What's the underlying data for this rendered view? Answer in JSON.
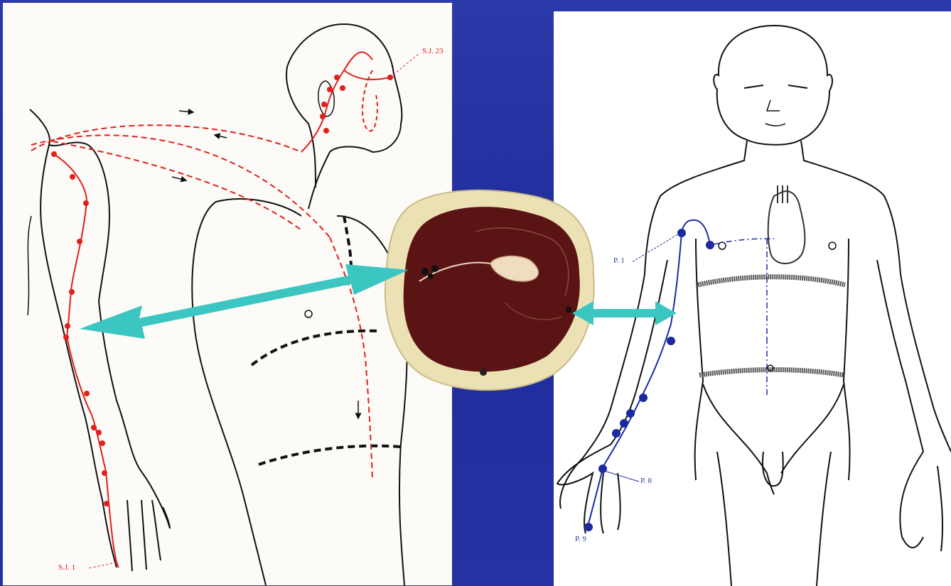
{
  "left_illustration": {
    "labels": {
      "end_point": "S.J. 23",
      "start_point": "S.J. 1"
    },
    "meridian_color": "#e0201c"
  },
  "right_illustration": {
    "labels": {
      "p1": "P. 1",
      "p8": "P. 8",
      "p9": "P. 9"
    },
    "meridian_color": "#1c2aa0"
  },
  "cross_section": {
    "muscle_color": "#5a1414",
    "fat_color": "#ece1b4",
    "bone_color": "#f0dcc0"
  },
  "connector_arrows": {
    "color": "#3cc6c2"
  }
}
